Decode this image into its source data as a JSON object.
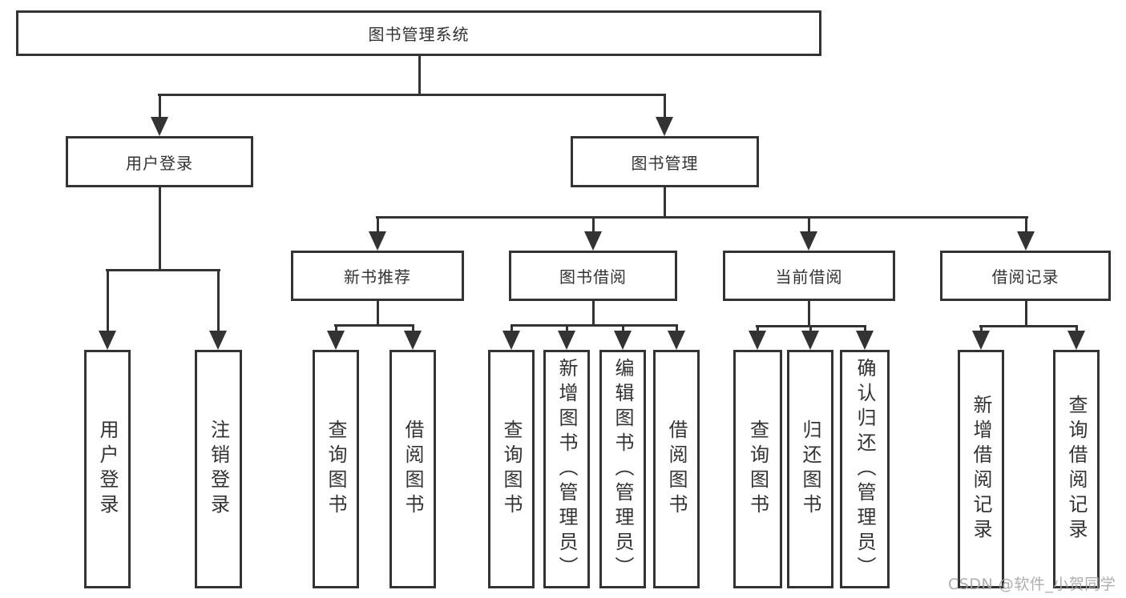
{
  "diagram": {
    "type": "tree",
    "tree": {
      "label": "图书管理系统",
      "children": [
        {
          "label": "用户登录",
          "children": [
            {
              "label": "用户登录"
            },
            {
              "label": "注销登录"
            }
          ]
        },
        {
          "label": "图书管理",
          "children": [
            {
              "label": "新书推荐",
              "children": [
                {
                  "label": "查询图书"
                },
                {
                  "label": "借阅图书"
                }
              ]
            },
            {
              "label": "图书借阅",
              "children": [
                {
                  "label": "查询图书"
                },
                {
                  "label": "新增图书（管理员）"
                },
                {
                  "label": "编辑图书（管理员）"
                },
                {
                  "label": "借阅图书"
                }
              ]
            },
            {
              "label": "当前借阅",
              "children": [
                {
                  "label": "查询图书"
                },
                {
                  "label": "归还图书"
                },
                {
                  "label": "确认归还（管理员）"
                }
              ]
            },
            {
              "label": "借阅记录",
              "children": [
                {
                  "label": "新增借阅记录"
                },
                {
                  "label": "查询借阅记录"
                }
              ]
            }
          ]
        }
      ]
    }
  },
  "watermark": {
    "text": "CSDN @软件_小贺同学",
    "color": "#a5a5a5"
  },
  "colors": {
    "line": "#333333",
    "box_border": "#333333",
    "box_background": "#ffffff",
    "text": "#333333",
    "page_background": "#ffffff"
  }
}
